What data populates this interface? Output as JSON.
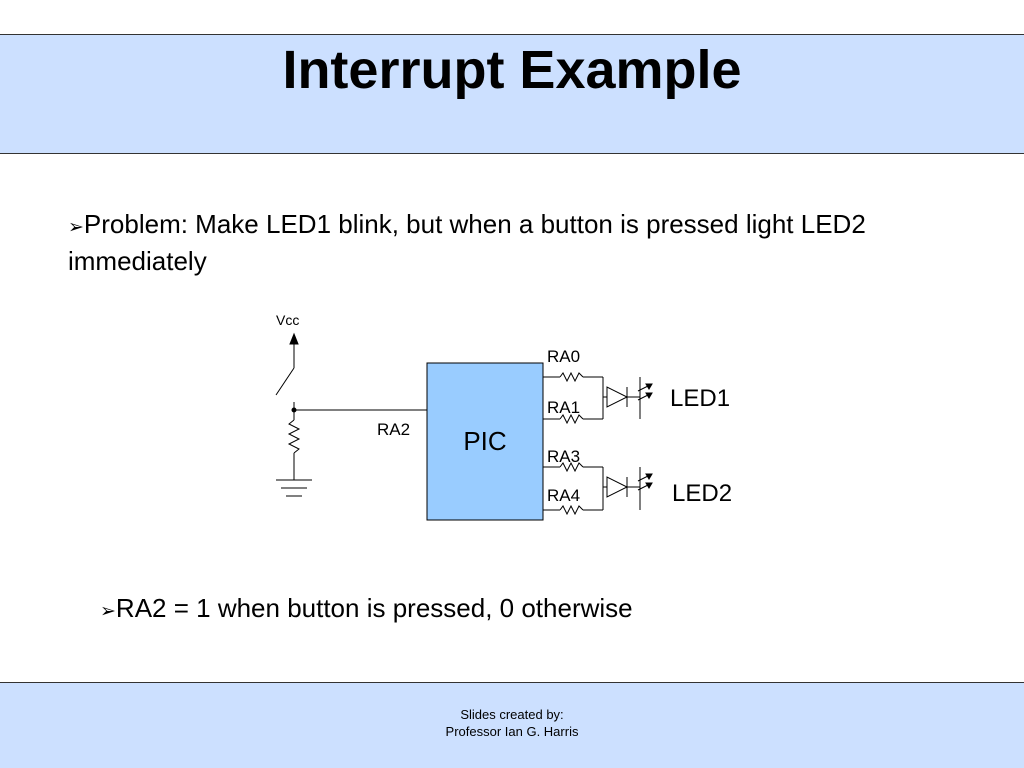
{
  "slide": {
    "title": "Interrupt Example",
    "bullet_marker": "➢",
    "bullet1": "Problem: Make LED1 blink, but when a button is pressed light LED2 immediately",
    "bullet2": "RA2 = 1 when button is pressed, 0 otherwise",
    "footer_line1": "Slides created by:",
    "footer_line2": "Professor Ian G. Harris",
    "header_color": "#cce0ff"
  },
  "circuit": {
    "vcc_label": "Vcc",
    "chip_label": "PIC",
    "chip_color": "#99ccff",
    "left_pin": "RA2",
    "right_pins": [
      "RA0",
      "RA1",
      "RA3",
      "RA4"
    ],
    "led1_label": "LED1",
    "led2_label": "LED2"
  }
}
